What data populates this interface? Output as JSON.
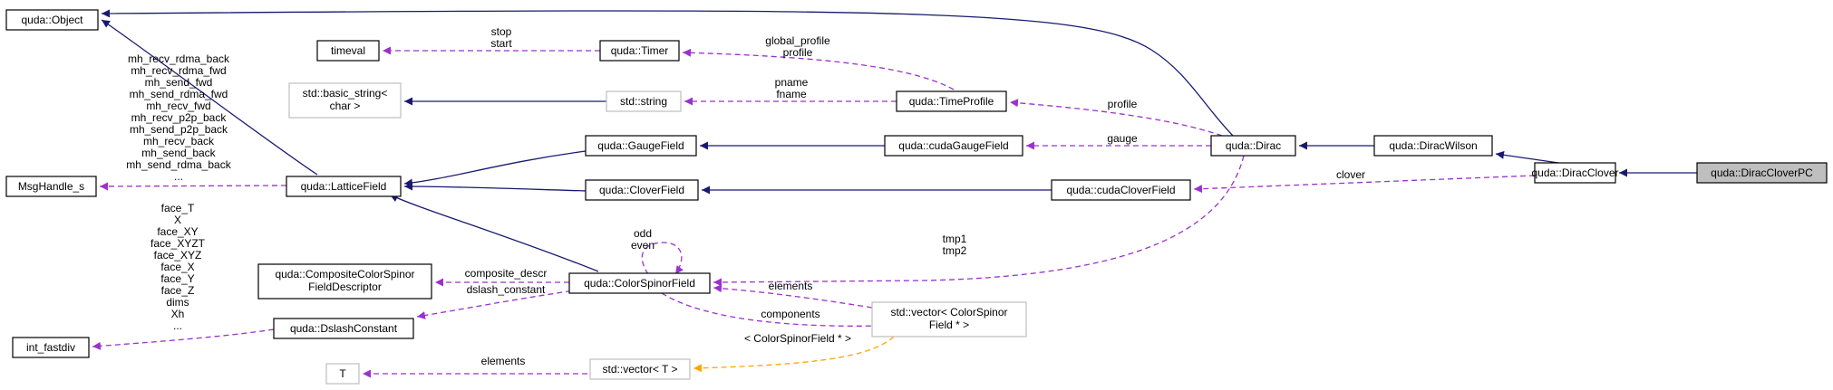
{
  "nodes": {
    "quda_object": "quda::Object",
    "timeval": "timeval",
    "quda_timer": "quda::Timer",
    "std_basic_string": [
      "std::basic_string<",
      "char >"
    ],
    "std_string": "std::string",
    "quda_timeprofile": "quda::TimeProfile",
    "msghandle": "MsgHandle_s",
    "quda_latticefield": "quda::LatticeField",
    "quda_gaugefield": "quda::GaugeField",
    "quda_cudagaugefield": "quda::cudaGaugeField",
    "quda_cloverfield": "quda::CloverField",
    "quda_cudacloverfield": "quda::cudaCloverField",
    "quda_dirac": "quda::Dirac",
    "quda_diracwilson": "quda::DiracWilson",
    "quda_diracclover": "quda::DiracClover",
    "quda_diraccloverpc": "quda::DiracCloverPC",
    "composite_descriptor": [
      "quda::CompositeColorSpinor",
      "FieldDescriptor"
    ],
    "quda_colorspinorfield": "quda::ColorSpinorField",
    "quda_dslashconstant": "quda::DslashConstant",
    "int_fastdiv": "int_fastdiv",
    "std_vector_csf": [
      "std::vector< ColorSpinor",
      "Field * >"
    ],
    "std_vector_t": "std::vector< T >",
    "t": "T"
  },
  "edge_labels": {
    "timer_timeval": [
      "stop",
      "start"
    ],
    "timeprofile_timer": [
      "global_profile",
      "profile"
    ],
    "timeprofile_string": [
      "pname",
      "fname"
    ],
    "dirac_timeprofile": [
      "profile"
    ],
    "dirac_cudagauge": [
      "gauge"
    ],
    "diracclover_cudaclover": [
      "clover"
    ],
    "lattice_msghandle": [
      "mh_recv_rdma_back",
      "mh_recv_rdma_fwd",
      "mh_send_fwd",
      "mh_send_rdma_fwd",
      "mh_recv_fwd",
      "mh_recv_p2p_back",
      "mh_send_p2p_back",
      "mh_recv_back",
      "mh_send_back",
      "mh_send_rdma_back",
      "..."
    ],
    "dslash_fastdiv": [
      "face_T",
      "X",
      "face_XY",
      "face_XYZT",
      "face_XYZ",
      "face_X",
      "face_Y",
      "face_Z",
      "dims",
      "Xh",
      "..."
    ],
    "csf_self": [
      "odd",
      "even"
    ],
    "dirac_csf": [
      "tmp1",
      "tmp2"
    ],
    "csf_composite": [
      "composite_descr"
    ],
    "csf_dslash": [
      "dslash_constant"
    ],
    "vector_csf_elements": [
      "elements"
    ],
    "csf_vector_components": [
      "components"
    ],
    "vector_template_arg": [
      "< ColorSpinorField * >"
    ],
    "t_elements": [
      "elements"
    ]
  },
  "colors": {
    "inheritance": "#191970",
    "usage": "#9a32cd",
    "template": "#ffa500",
    "focus_fill": "#bfbfbf",
    "external_border": "#bfbfbf"
  }
}
